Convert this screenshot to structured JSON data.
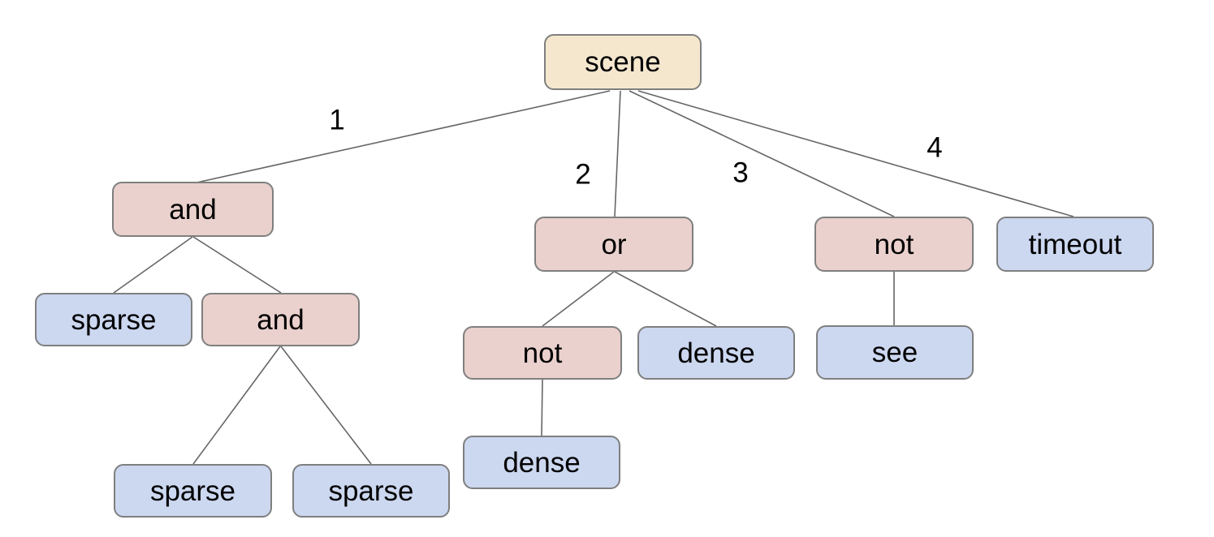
{
  "diagram": {
    "colors": {
      "root": "#f5e7ce",
      "operator": "#ead1cd",
      "leaf": "#ccd7f0",
      "border": "#7f7f7f",
      "line": "#666666",
      "text": "#000000",
      "background": "#ffffff"
    },
    "nodes": [
      {
        "id": "scene",
        "label": "scene",
        "kind": "root"
      },
      {
        "id": "and1",
        "label": "and",
        "kind": "operator"
      },
      {
        "id": "or1",
        "label": "or",
        "kind": "operator"
      },
      {
        "id": "not1",
        "label": "not",
        "kind": "operator"
      },
      {
        "id": "timeout",
        "label": "timeout",
        "kind": "leaf"
      },
      {
        "id": "sparse1",
        "label": "sparse",
        "kind": "leaf"
      },
      {
        "id": "and2",
        "label": "and",
        "kind": "operator"
      },
      {
        "id": "not2",
        "label": "not",
        "kind": "operator"
      },
      {
        "id": "dense1",
        "label": "dense",
        "kind": "leaf"
      },
      {
        "id": "see",
        "label": "see",
        "kind": "leaf"
      },
      {
        "id": "dense2",
        "label": "dense",
        "kind": "leaf"
      },
      {
        "id": "sparse2",
        "label": "sparse",
        "kind": "leaf"
      },
      {
        "id": "sparse3",
        "label": "sparse",
        "kind": "leaf"
      }
    ],
    "edge_labels": [
      "1",
      "2",
      "3",
      "4"
    ],
    "edges": [
      {
        "from": "scene",
        "to": "and1",
        "label": "1"
      },
      {
        "from": "scene",
        "to": "or1",
        "label": "2"
      },
      {
        "from": "scene",
        "to": "not1",
        "label": "3"
      },
      {
        "from": "scene",
        "to": "timeout",
        "label": "4"
      },
      {
        "from": "and1",
        "to": "sparse1"
      },
      {
        "from": "and1",
        "to": "and2"
      },
      {
        "from": "and2",
        "to": "sparse2"
      },
      {
        "from": "and2",
        "to": "sparse3"
      },
      {
        "from": "or1",
        "to": "not2"
      },
      {
        "from": "or1",
        "to": "dense1"
      },
      {
        "from": "not2",
        "to": "dense2"
      },
      {
        "from": "not1",
        "to": "see"
      }
    ]
  }
}
